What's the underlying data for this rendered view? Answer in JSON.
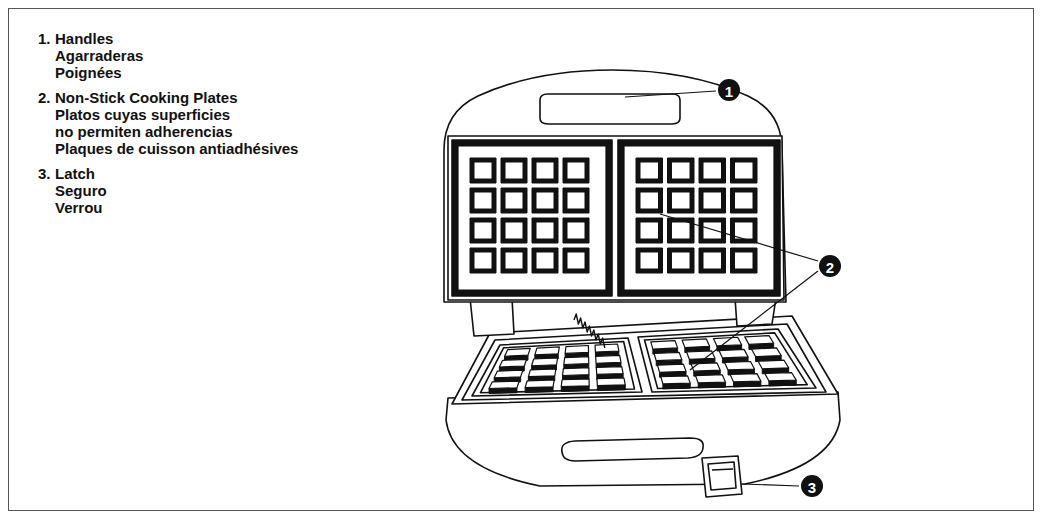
{
  "diagram": {
    "labels": [
      "1.",
      "Handles",
      "Agarraderas",
      "Poignées",
      "2.",
      "Non-Stick Cooking Plates",
      "Platos cuyas superficies no permiten adherencias",
      "Plaques de cuisson antiadhésives",
      "3.",
      "Latch",
      "Seguro",
      "Verrou",
      "1",
      "2",
      "3"
    ]
  }
}
